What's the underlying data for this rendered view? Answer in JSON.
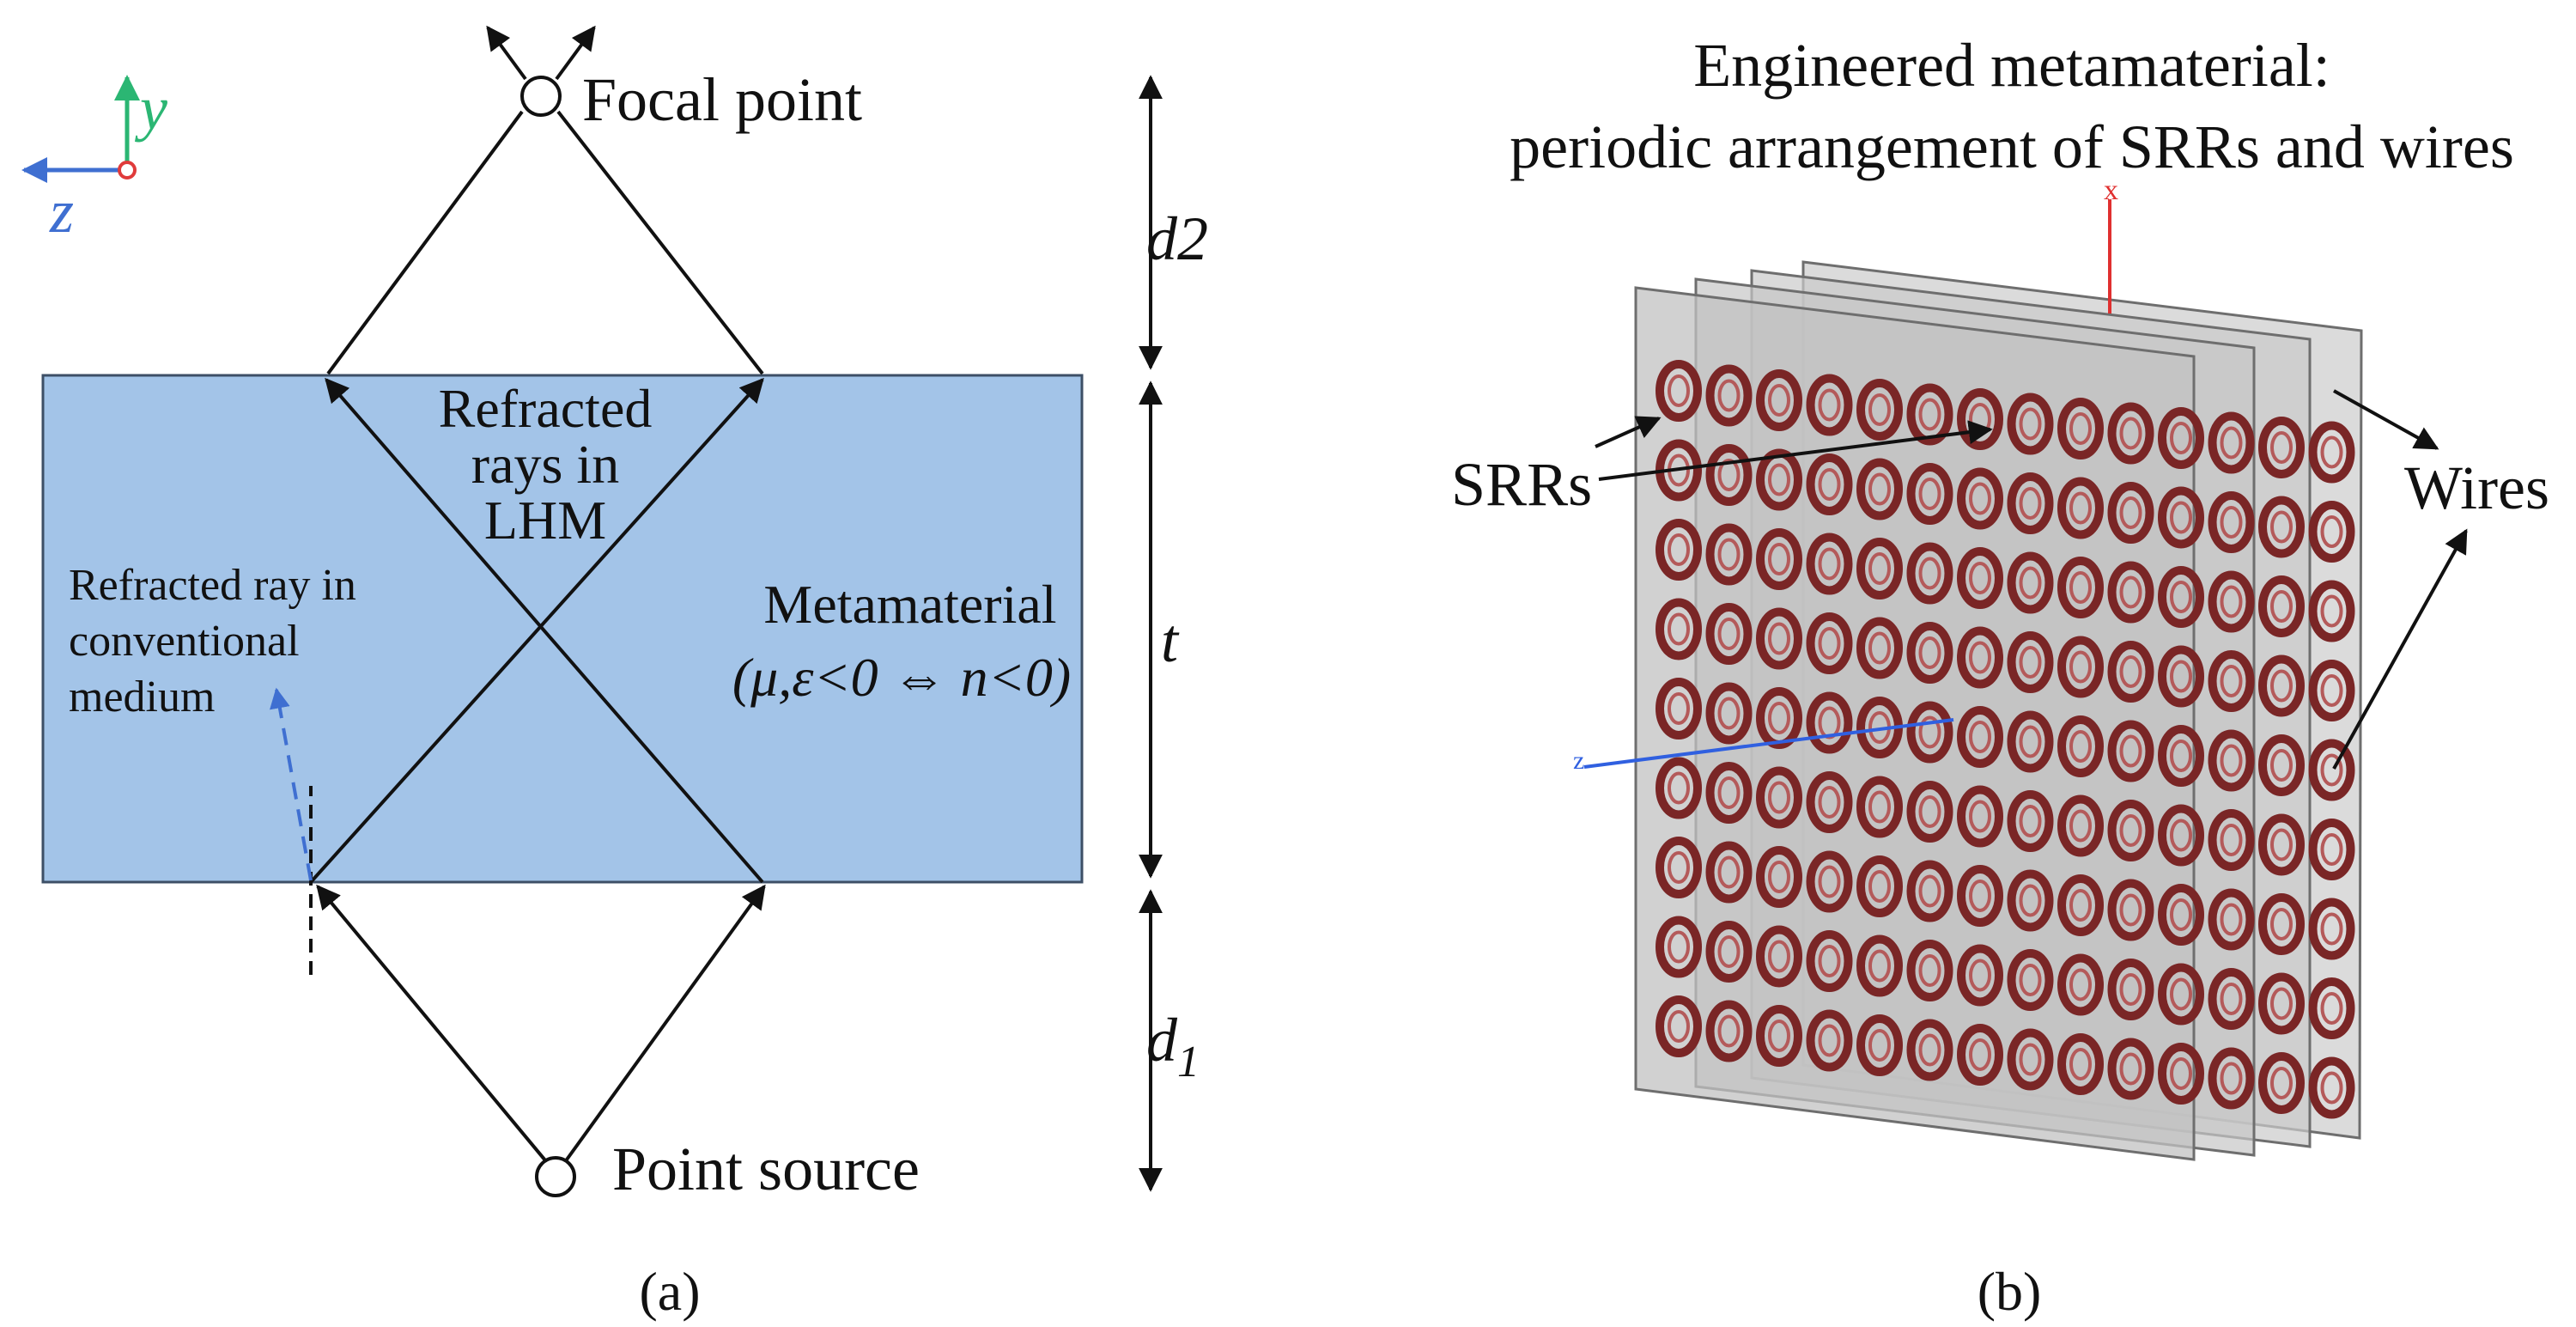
{
  "panel_a": {
    "caption": "(a)",
    "focal_point": "Focal point",
    "point_source": "Point source",
    "refracted_lhm": [
      "Refracted",
      "rays in",
      "LHM"
    ],
    "refracted_conventional": [
      "Refracted ray in",
      "conventional",
      "medium"
    ],
    "metamaterial": "Metamaterial",
    "metamaterial_condition": "(μ,ε<0 ⇔ n<0)",
    "dim_d2": "d2",
    "dim_t": "t",
    "dim_d1": "d1",
    "axis_y": "y",
    "axis_z": "z",
    "colors": {
      "slab": "#a3c4e8",
      "slab_edge": "#3d4f66",
      "y_axis": "#2bb673",
      "z_axis": "#3f6fd1",
      "origin": "#e03b3b"
    }
  },
  "panel_b": {
    "caption": "(b)",
    "title_line1": "Engineered metamaterial:",
    "title_line2": "periodic arrangement of SRRs and wires",
    "label_srrs": "SRRs",
    "label_wires": "Wires",
    "axis_x": "x",
    "axis_z": "z",
    "grid_rows": 9,
    "grid_cols": 14,
    "colors": {
      "srr": "#7a2626",
      "srr_inner": "#b45a5a",
      "plate": "#c8c8c8",
      "x_axis": "#e03030",
      "z_axis": "#3060e0"
    }
  }
}
